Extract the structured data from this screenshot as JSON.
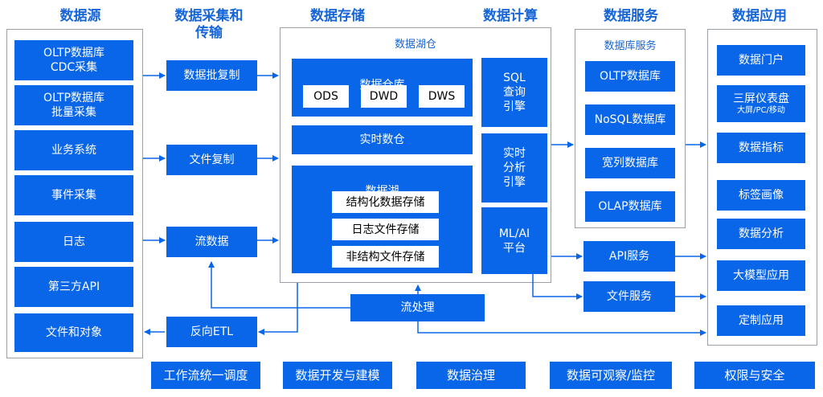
{
  "headers": {
    "sources": "数据源",
    "ingestion": "数据采集和\n传输",
    "storage": "数据存储",
    "compute": "数据计算",
    "services": "数据服务",
    "apps": "数据应用"
  },
  "sources": {
    "items": [
      "OLTP数据库\nCDC采集",
      "OLTP数据库\n批量采集",
      "业务系统",
      "事件采集",
      "日志",
      "第三方API",
      "文件和对象"
    ]
  },
  "ingestion": {
    "batch_copy": "数据批复制",
    "file_copy": "文件复制",
    "stream_data": "流数据",
    "reverse_etl": "反向ETL"
  },
  "storage": {
    "lakehouse_label": "数据湖仓",
    "warehouse": {
      "title": "数据仓库",
      "layers": [
        "ODS",
        "DWD",
        "DWS"
      ]
    },
    "realtime_warehouse": "实时数仓",
    "lake": {
      "title": "数据湖",
      "items": [
        "结构化数据存储",
        "日志文件存储",
        "非结构文件存储"
      ]
    },
    "stream_processing": "流处理"
  },
  "compute": {
    "sql_engine": "SQL\n查询\n引擎",
    "realtime_engine": "实时\n分析\n引擎",
    "ml_platform": "ML/AI\n平台"
  },
  "services": {
    "db_service_label": "数据库服务",
    "databases": [
      "OLTP数据库",
      "NoSQL数据库",
      "宽列数据库",
      "OLAP数据库"
    ],
    "api_service": "API服务",
    "file_service": "文件服务"
  },
  "apps": {
    "portal": "数据门户",
    "dashboard_title": "三屏仪表盘",
    "dashboard_sub": "大屏/PC/移动",
    "items": [
      "数据指标",
      "标签画像",
      "数据分析",
      "大模型应用",
      "定制应用"
    ]
  },
  "footer": {
    "items": [
      "工作流统一调度",
      "数据开发与建模",
      "数据治理",
      "数据可观察/监控",
      "权限与安全"
    ]
  },
  "colors": {
    "box": "#0a66e8",
    "header": "#1565d8",
    "border": "#9aa0a6"
  }
}
